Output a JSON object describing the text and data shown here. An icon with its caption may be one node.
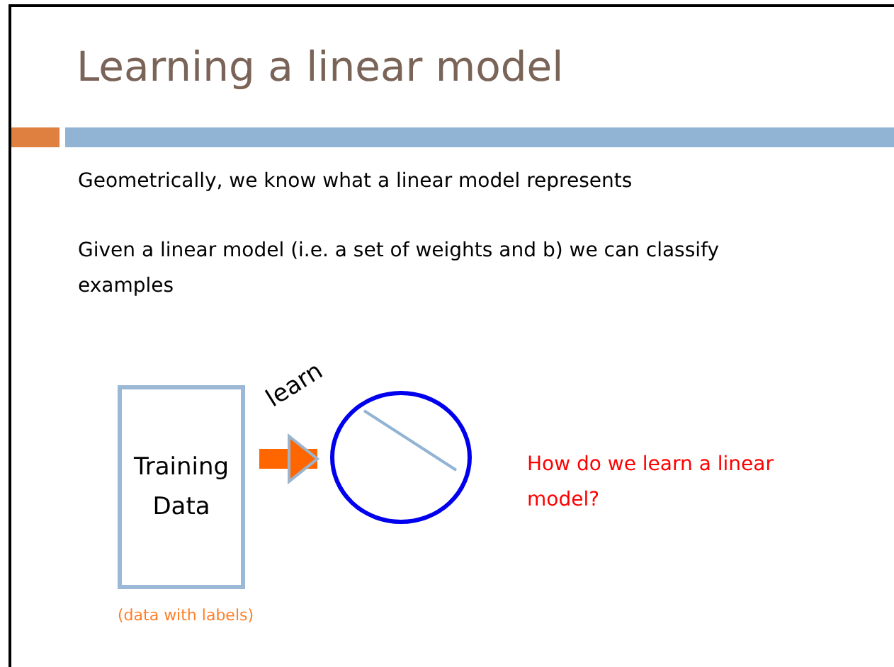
{
  "diagram": {
    "title": "Learning a linear model",
    "nodes": [
      {
        "text": [
          "Training Data"
        ],
        "beside": [
          "(data with labels)"
        ]
      },
      {
        "text": [],
        "shape": "circle"
      }
    ],
    "edges": [
      {
        "from": 0,
        "to": 1,
        "arrow": "to",
        "label": "learn",
        "color": "#ff6600"
      }
    ],
    "labels": [
      "Geometrically, we know what a linear model represents",
      "Given a linear model (i.e. a set of weights and b) we can classify examples",
      "How do we learn a linear model?"
    ]
  }
}
